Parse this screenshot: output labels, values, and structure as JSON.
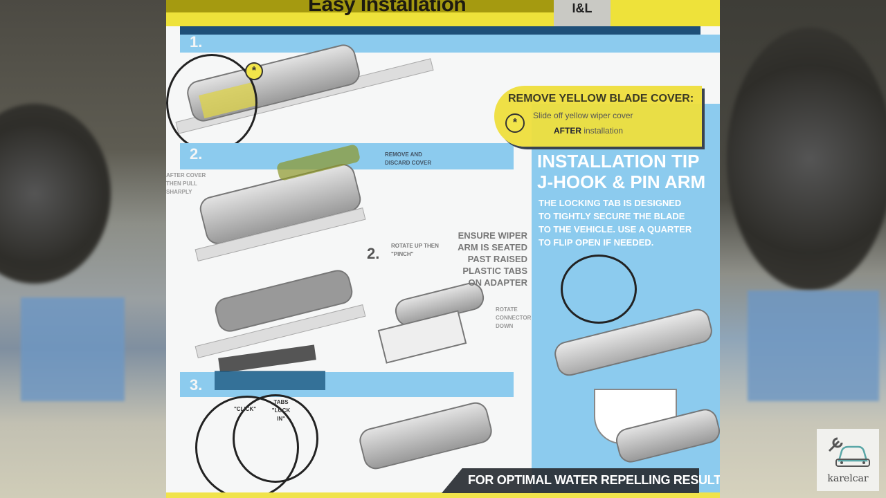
{
  "instruction_sheet": {
    "title": "Easy Installation",
    "badge": "I&L",
    "steps": [
      {
        "number": "1."
      },
      {
        "number": "2.",
        "caption_left": "After cover then pull sharply",
        "caption_right": "Remove and discard cover"
      },
      {
        "number": "3.",
        "caption_click": "\"Click\"",
        "caption_tabs": "Tabs \"lock in\""
      }
    ],
    "middle": {
      "number": "2.",
      "rotate_caption": "Rotate up then \"pinch\"",
      "ensure_text": "ENSURE WIPER\nARM IS SEATED\nPAST RAISED\nPLASTIC TABS\nON ADAPTER",
      "rotate_connector": "Rotate connector down"
    },
    "callout": {
      "heading": "REMOVE YELLOW BLADE COVER:",
      "sub": "Slide off yellow wiper cover",
      "after_bold": "AFTER",
      "after_rest": " installation"
    },
    "tips": {
      "title_line1": "INSTALLATION TIP",
      "title_line2": "J-HOOK & PIN ARM",
      "body": "THE LOCKING TAB IS DESIGNED\nTO TIGHTLY SECURE THE BLADE\nTO THE VEHICLE. USE A QUARTER\nTO FLIP OPEN IF NEEDED."
    },
    "footer": "FOR OPTIMAL WATER REPELLING RESULTS:"
  },
  "watermark": {
    "brand": "karelcar"
  },
  "colors": {
    "yellow": "#eee23a",
    "light_blue": "#8ccbee",
    "dark_blue": "#1e4f78"
  }
}
